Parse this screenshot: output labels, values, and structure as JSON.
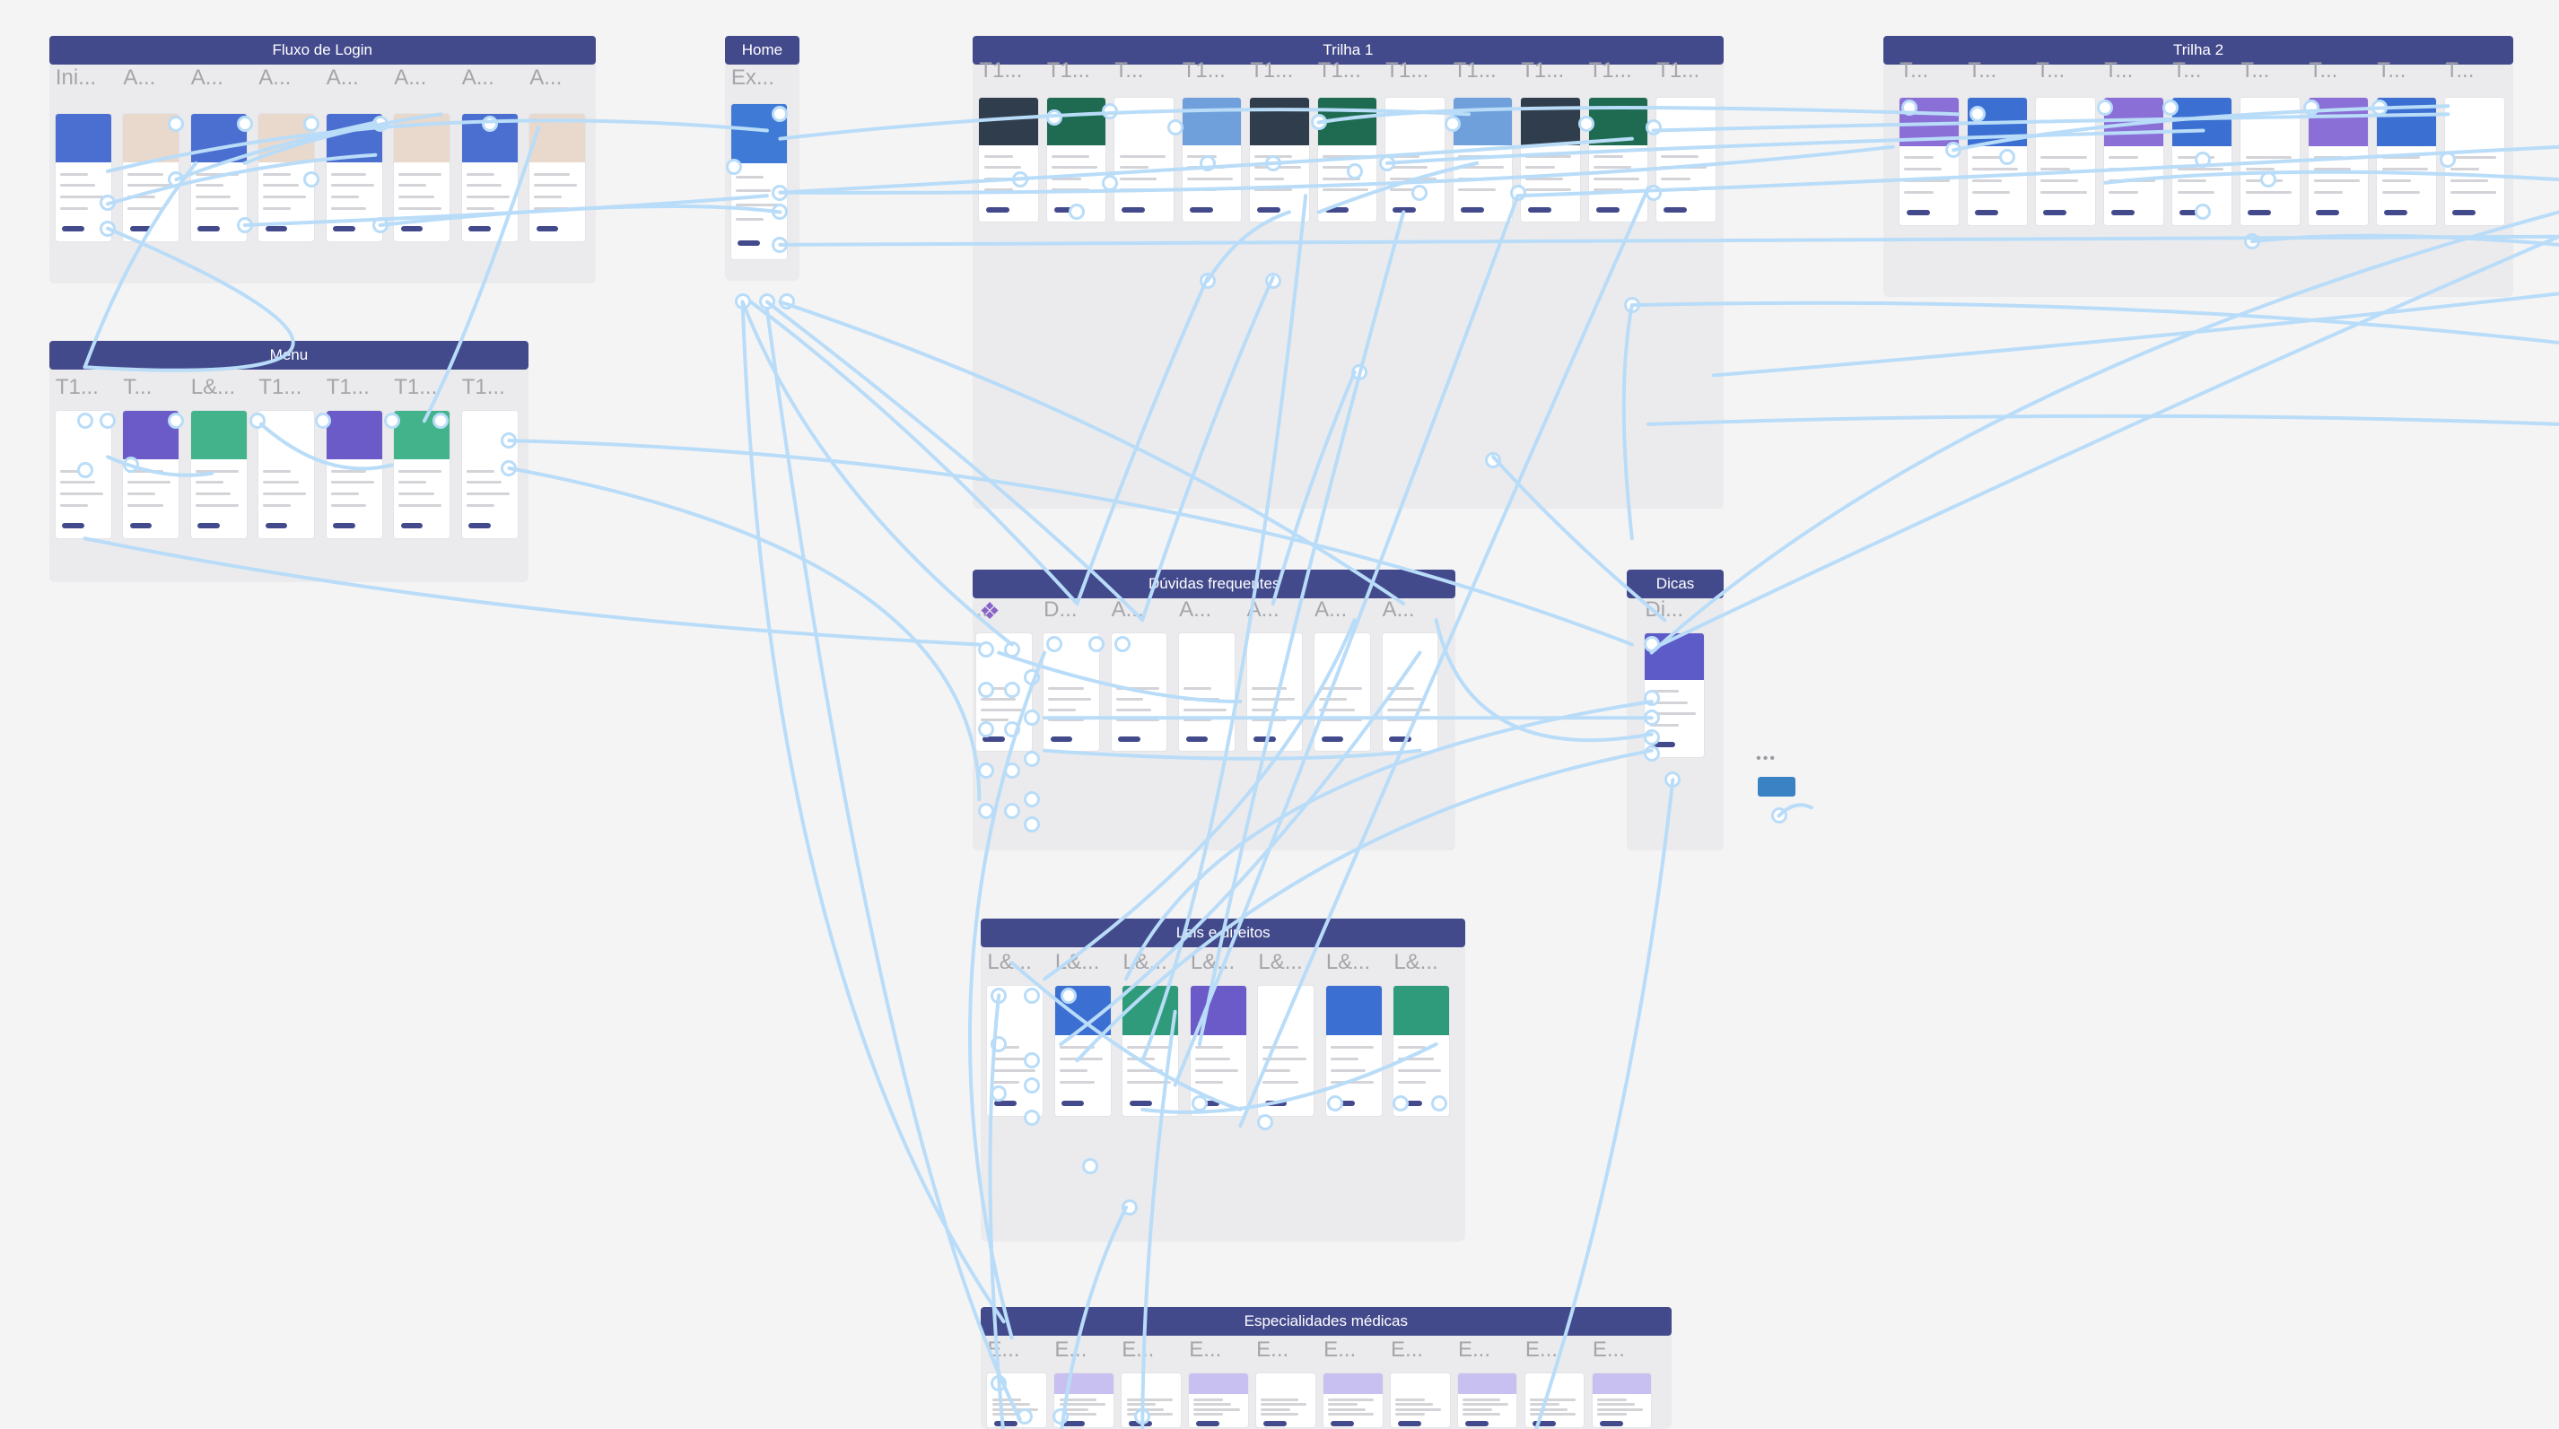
{
  "canvas": {
    "background": "#f4f4f5",
    "header_color": "#434a8c",
    "connector_color": "#b9dcf8"
  },
  "sections": [
    {
      "title": "Fluxo de Login",
      "frames": [
        "Ini...",
        "A...",
        "A...",
        "A...",
        "A...",
        "A...",
        "A...",
        "A..."
      ]
    },
    {
      "title": "Home",
      "frames": [
        "Ex..."
      ]
    },
    {
      "title": "Trilha 1",
      "frames": [
        "T1...",
        "T1...",
        "T...",
        "T1...",
        "T1...",
        "T1...",
        "T1...",
        "T1...",
        "T1...",
        "T1...",
        "T1..."
      ]
    },
    {
      "title": "Trilha 2",
      "frames": [
        "T...",
        "T...",
        "T...",
        "T...",
        "T...",
        "T...",
        "T...",
        "T...",
        "T..."
      ]
    },
    {
      "title": "Menu",
      "frames": [
        "T1...",
        "T...",
        "L&...",
        "T1...",
        "T1...",
        "T1...",
        "T1..."
      ]
    },
    {
      "title": "Dúvidas frequentes",
      "frames": [
        "...",
        "D...",
        "A...",
        "A...",
        "A...",
        "A...",
        "A..."
      ]
    },
    {
      "title": "Dicas",
      "frames": [
        "Di..."
      ]
    },
    {
      "title": "Leis e direitos",
      "frames": [
        "L&...",
        "L&...",
        "L&...",
        "L&...",
        "L&...",
        "L&...",
        "L&..."
      ]
    },
    {
      "title": "Especialidades médicas",
      "frames": [
        "E...",
        "E...",
        "E...",
        "E...",
        "E...",
        "E...",
        "E...",
        "E...",
        "E...",
        "E..."
      ]
    }
  ],
  "icons": {
    "component": "component-icon",
    "hotspot": "hotspot-circle"
  }
}
